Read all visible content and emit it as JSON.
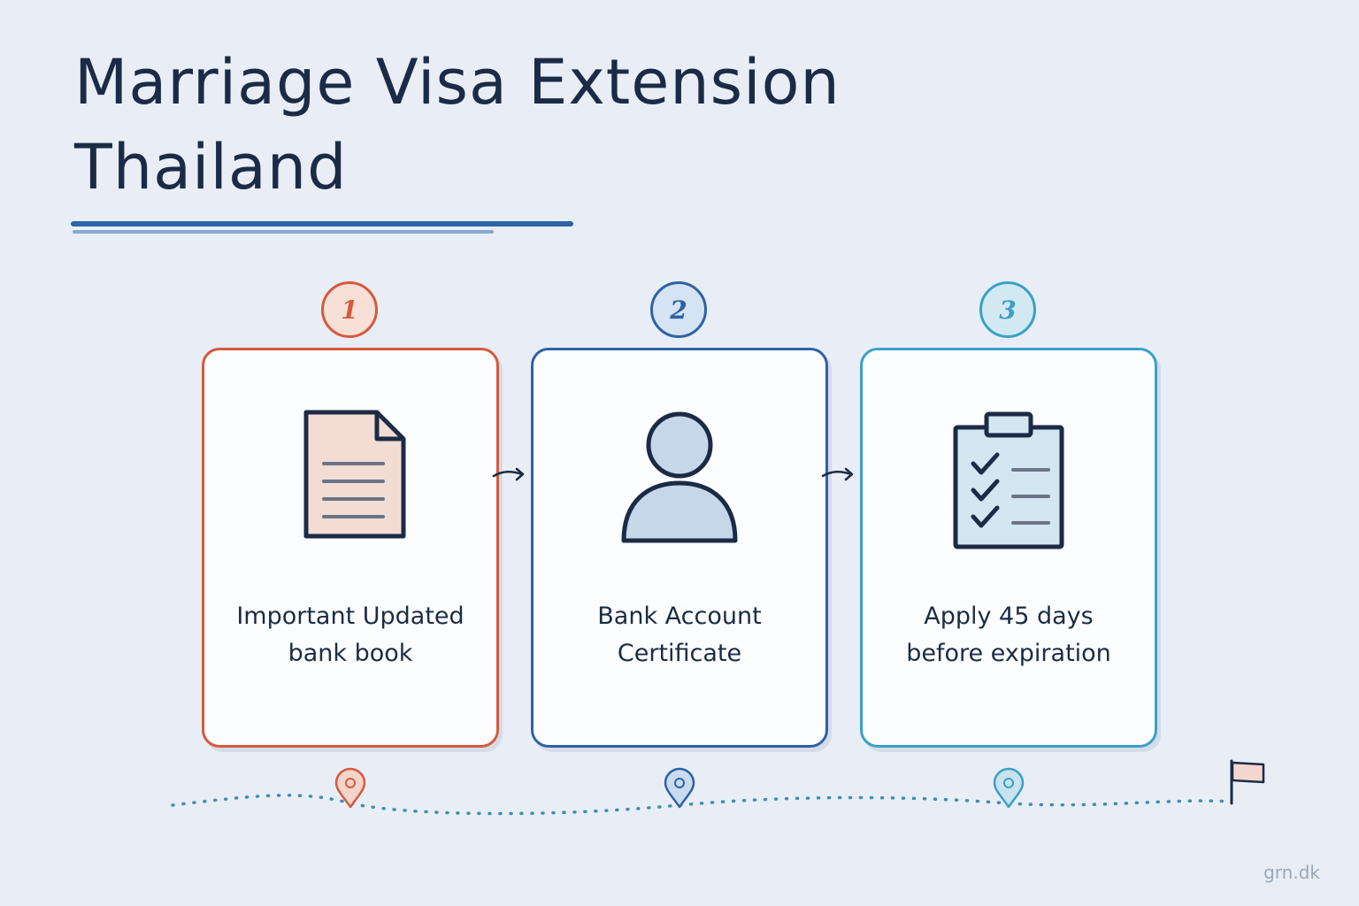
{
  "title": {
    "line1": "Marriage Visa Extension",
    "line2": "Thailand"
  },
  "steps": [
    {
      "number": "1",
      "icon": "document-icon",
      "text_line1": "Important Updated",
      "text_line2": "bank book",
      "color": "#d65a3c"
    },
    {
      "number": "2",
      "icon": "person-icon",
      "text_line1": "Bank Account",
      "text_line2": "Certificate",
      "color": "#2d62a5"
    },
    {
      "number": "3",
      "icon": "clipboard-checklist-icon",
      "text_line1": "Apply 45 days",
      "text_line2": "before expiration",
      "color": "#3aa1c7"
    }
  ],
  "timeline": {
    "markers": [
      "map-pin-icon",
      "map-pin-icon",
      "map-pin-icon"
    ],
    "end_icon": "flag-icon"
  },
  "watermark": "grn.dk",
  "colors": {
    "background": "#e9eef6",
    "title": "#1c2b45",
    "underline": "#2c64a6"
  }
}
